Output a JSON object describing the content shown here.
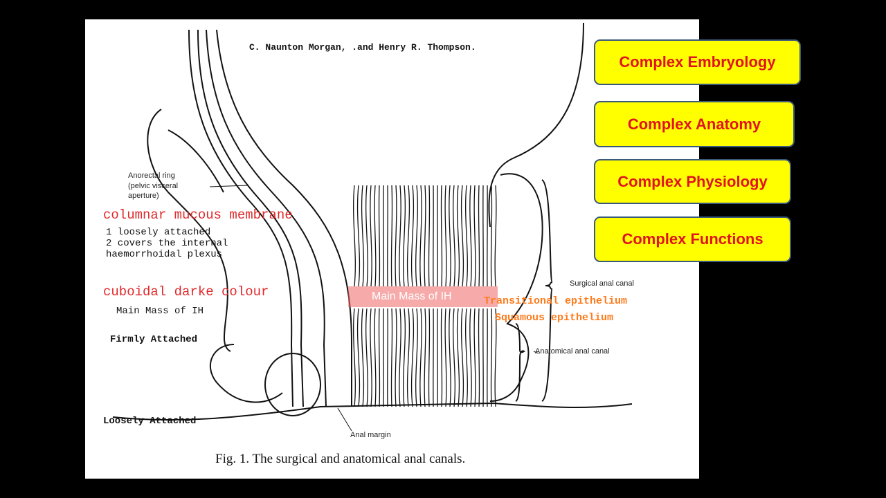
{
  "figure": {
    "header": "C. Naunton Morgan, .and Henry R. Thompson.",
    "caption": "Fig. 1.   The surgical and anatomical anal canals.",
    "labels": {
      "anorectal_ring_1": "Anorectal ring",
      "anorectal_ring_2": "(pelvic visceral",
      "anorectal_ring_3": "aperture)",
      "columnar": "columnar mucous membrane",
      "loosely_attached_1": "1 loosely attached",
      "covers_line": "2 covers the internal",
      "plexus_line": "haemorrhoidal plexus",
      "cuboidal": "cuboidal darke colour",
      "main_mass": "Main Mass of IH",
      "main_mass_highlight": "Main Mass of IH",
      "firmly_attached": "Firmly Attached",
      "loosely_attached_2": "Loosely Attached",
      "anal_margin": "Anal margin",
      "surgical_anal_canal": "Surgical anal canal",
      "anatomical_anal_canal": "Anatomical anal canal",
      "transitional": "Transitional epithelium",
      "squamous": "Squamous epithelium"
    }
  },
  "callouts": [
    {
      "label": "Complex Embryology"
    },
    {
      "label": "Complex Anatomy"
    },
    {
      "label": "Complex Physiology"
    },
    {
      "label": "Complex Functions"
    }
  ],
  "colors": {
    "background": "#000000",
    "callout_fill": "#ffff00",
    "callout_text": "#e0141e",
    "red_label": "#e0282a",
    "orange_label": "#ff7a1a"
  }
}
